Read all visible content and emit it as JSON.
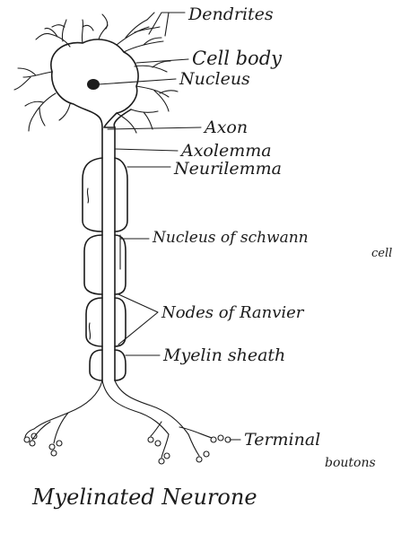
{
  "labels": {
    "dendrites": "Dendrites",
    "cell_body": "Cell body",
    "nucleus": "Nucleus",
    "axon": "Axon",
    "axolemma": "Axolemma",
    "neurilemma": "Neurilemma",
    "nucleus_of_schwann_line1": "Nucleus of schwann",
    "nucleus_of_schwann_line2": "cell",
    "nodes_of_ranvier": "Nodes of Ranvier",
    "myelin_sheath": "Myelin sheath",
    "terminal_line1": "Terminal",
    "terminal_line2": "boutons"
  },
  "caption": "Myelinated Neurone"
}
